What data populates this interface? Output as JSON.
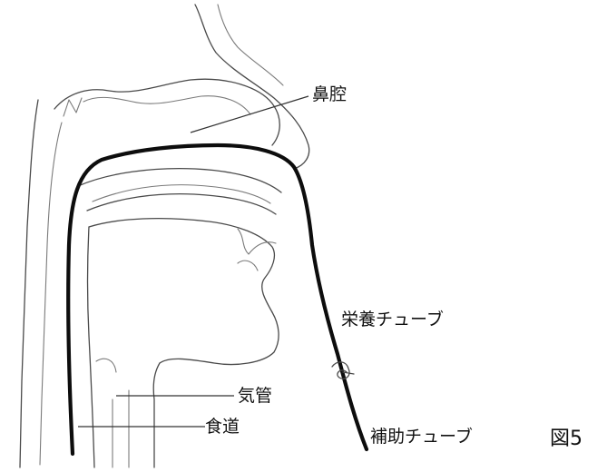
{
  "labels": {
    "nasal_cavity": "鼻腔",
    "feeding_tube": "栄養チューブ",
    "trachea": "気管",
    "esophagus": "食道",
    "auxiliary_tube": "補助チューブ"
  },
  "figure_number": "図5"
}
